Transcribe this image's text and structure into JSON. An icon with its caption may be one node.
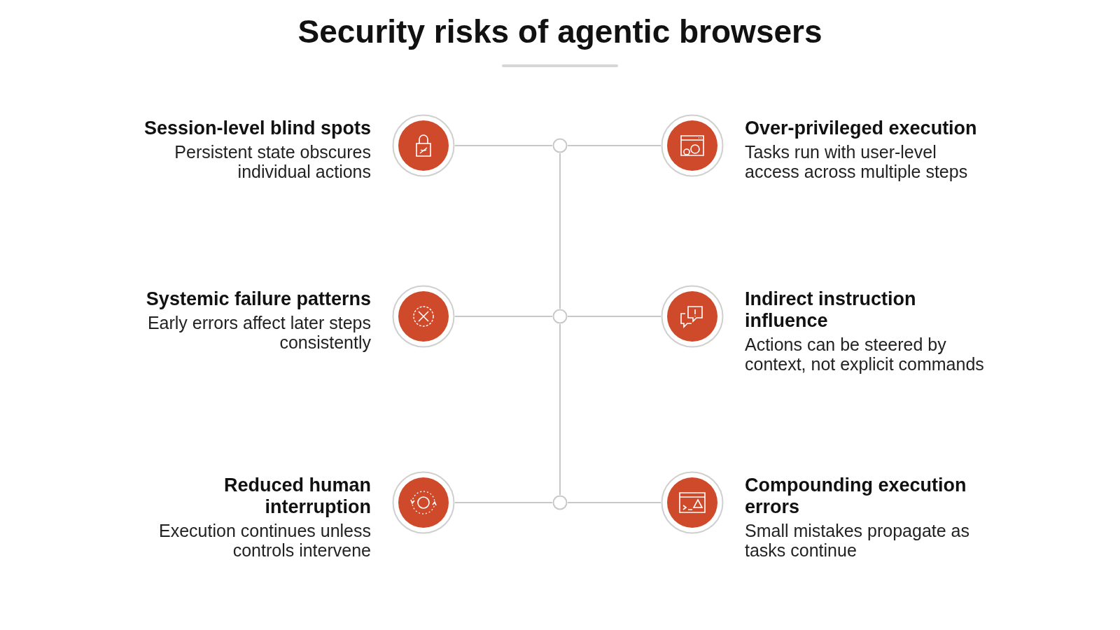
{
  "diagram": {
    "title": "Security risks of agentic browsers",
    "nodes": [
      {
        "text": [
          "Session-level blind spots",
          "Persistent state obscures individual actions"
        ]
      },
      {
        "text": [
          "Over-privileged execution",
          "Tasks run with user-level access across multiple steps"
        ]
      },
      {
        "text": [
          "Systemic failure patterns",
          "Early errors affect later steps consistently"
        ]
      },
      {
        "text": [
          "Indirect instruction influence",
          "Actions can be steered by context, not explicit commands"
        ]
      },
      {
        "text": [
          "Reduced human interruption",
          "Execution continues unless controls intervene"
        ]
      },
      {
        "text": [
          "Compounding execution errors",
          "Small mistakes propagate as tasks continue"
        ]
      },
      {
        "text": [],
        "shape": "circle"
      },
      {
        "text": [],
        "shape": "circle"
      },
      {
        "text": [],
        "shape": "circle"
      }
    ],
    "edges": [
      {
        "from": 0,
        "to": 6,
        "arrow": "none"
      },
      {
        "from": 6,
        "to": 1,
        "arrow": "none"
      },
      {
        "from": 2,
        "to": 7,
        "arrow": "none"
      },
      {
        "from": 7,
        "to": 3,
        "arrow": "none"
      },
      {
        "from": 4,
        "to": 8,
        "arrow": "none"
      },
      {
        "from": 8,
        "to": 5,
        "arrow": "none"
      },
      {
        "from": 6,
        "to": 7,
        "arrow": "none"
      },
      {
        "from": 7,
        "to": 8,
        "arrow": "none"
      }
    ]
  }
}
